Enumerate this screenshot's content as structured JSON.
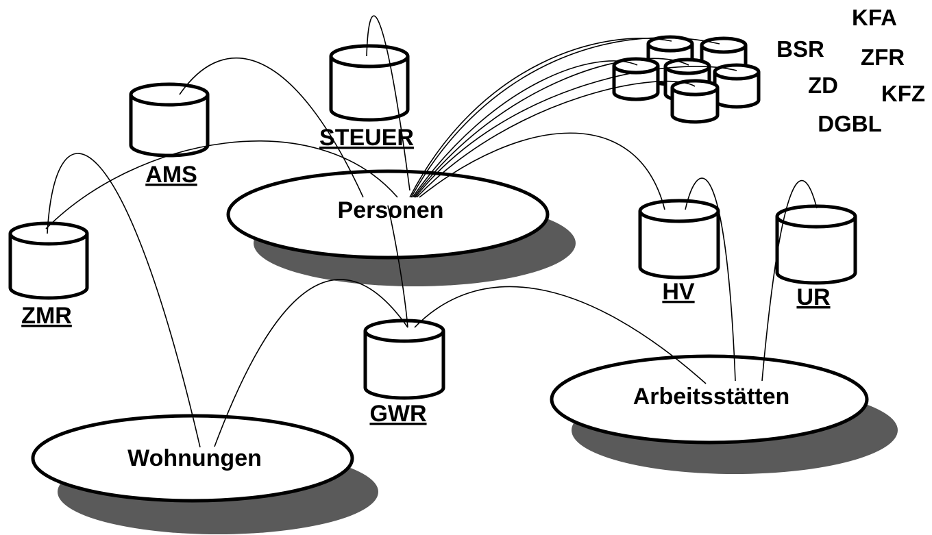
{
  "entities": {
    "personen": "Personen",
    "arbeitsstaetten": "Arbeitsstätten",
    "wohnungen": "Wohnungen"
  },
  "registers": {
    "steuer": "STEUER",
    "ams": "AMS",
    "zmr": "ZMR",
    "gwr": "GWR",
    "hv": "HV",
    "ur": "UR"
  },
  "cluster_labels": {
    "kfa": "KFA",
    "bsr": "BSR",
    "zfr": "ZFR",
    "zd": "ZD",
    "kfz": "KFZ",
    "dgbl": "DGBL"
  },
  "colors": {
    "shadow": "#5a5a5a",
    "stroke": "#000000",
    "fill": "#ffffff"
  }
}
